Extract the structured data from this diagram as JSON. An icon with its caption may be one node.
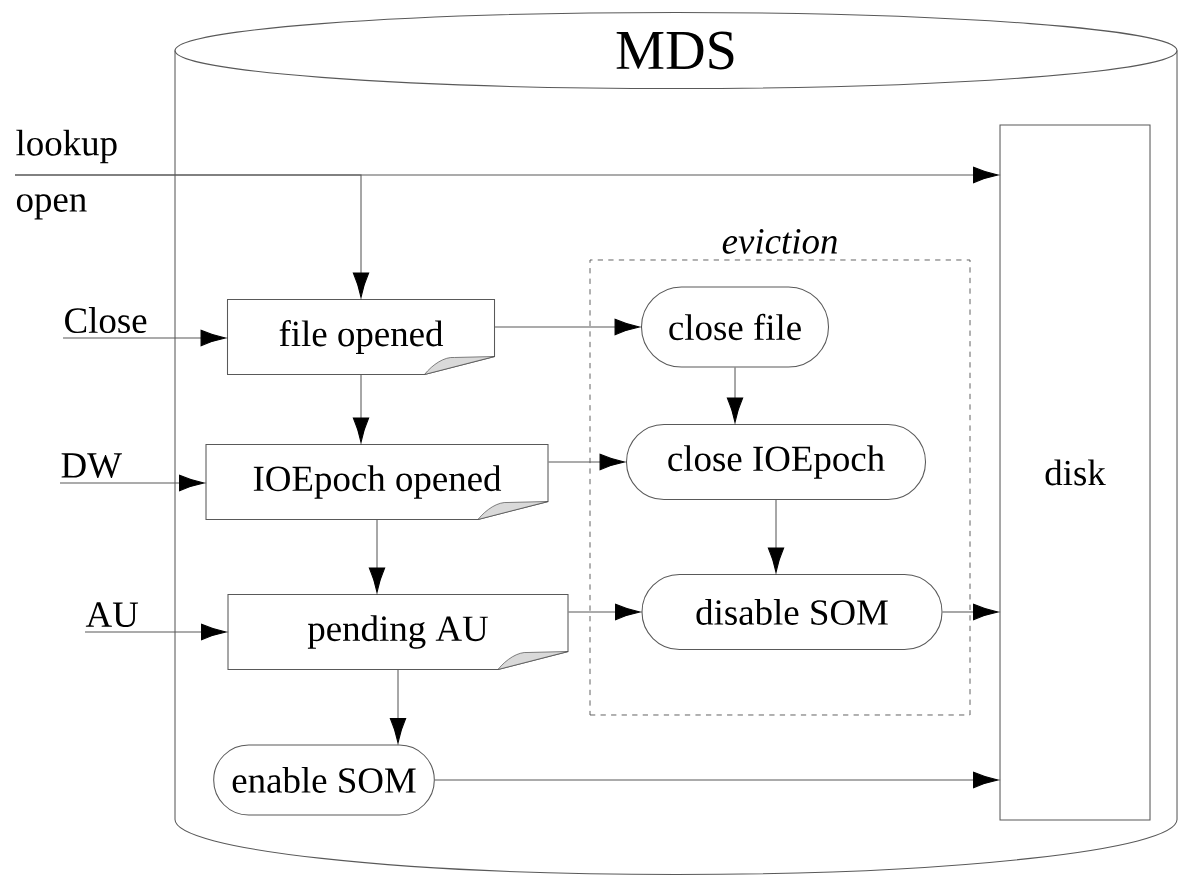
{
  "diagram": {
    "nodes": [
      {
        "text": [
          "MDS"
        ]
      },
      {
        "text": [
          "lookup",
          "open"
        ]
      },
      {
        "text": [
          "Close"
        ]
      },
      {
        "text": [
          "DW"
        ]
      },
      {
        "text": [
          "AU"
        ]
      },
      {
        "text": [
          "file opened"
        ],
        "in": 0
      },
      {
        "text": [
          "IOEpoch opened"
        ],
        "in": 0
      },
      {
        "text": [
          "pending AU"
        ],
        "in": 0
      },
      {
        "text": [
          "enable SOM"
        ],
        "in": 0
      },
      {
        "text": [
          "eviction"
        ],
        "in": 0
      },
      {
        "text": [
          "close file"
        ],
        "in": 9
      },
      {
        "text": [
          "close IOEpoch"
        ],
        "in": 9
      },
      {
        "text": [
          "disable SOM"
        ],
        "in": 9
      },
      {
        "text": [
          "disk"
        ],
        "in": 0
      }
    ],
    "edges": [
      {
        "from": 1,
        "to": 13,
        "arrow": "to"
      },
      {
        "from": 1,
        "to": 5,
        "arrow": "to"
      },
      {
        "from": 2,
        "to": 5,
        "arrow": "to"
      },
      {
        "from": 3,
        "to": 6,
        "arrow": "to"
      },
      {
        "from": 4,
        "to": 7,
        "arrow": "to"
      },
      {
        "from": 5,
        "to": 6,
        "arrow": "to"
      },
      {
        "from": 6,
        "to": 7,
        "arrow": "to"
      },
      {
        "from": 7,
        "to": 8,
        "arrow": "to"
      },
      {
        "from": 5,
        "to": 10,
        "arrow": "to"
      },
      {
        "from": 6,
        "to": 11,
        "arrow": "to"
      },
      {
        "from": 7,
        "to": 12,
        "arrow": "to"
      },
      {
        "from": 10,
        "to": 11,
        "arrow": "to"
      },
      {
        "from": 11,
        "to": 12,
        "arrow": "to"
      },
      {
        "from": 12,
        "to": 13,
        "arrow": "to"
      },
      {
        "from": 8,
        "to": 13,
        "arrow": "to"
      }
    ]
  }
}
